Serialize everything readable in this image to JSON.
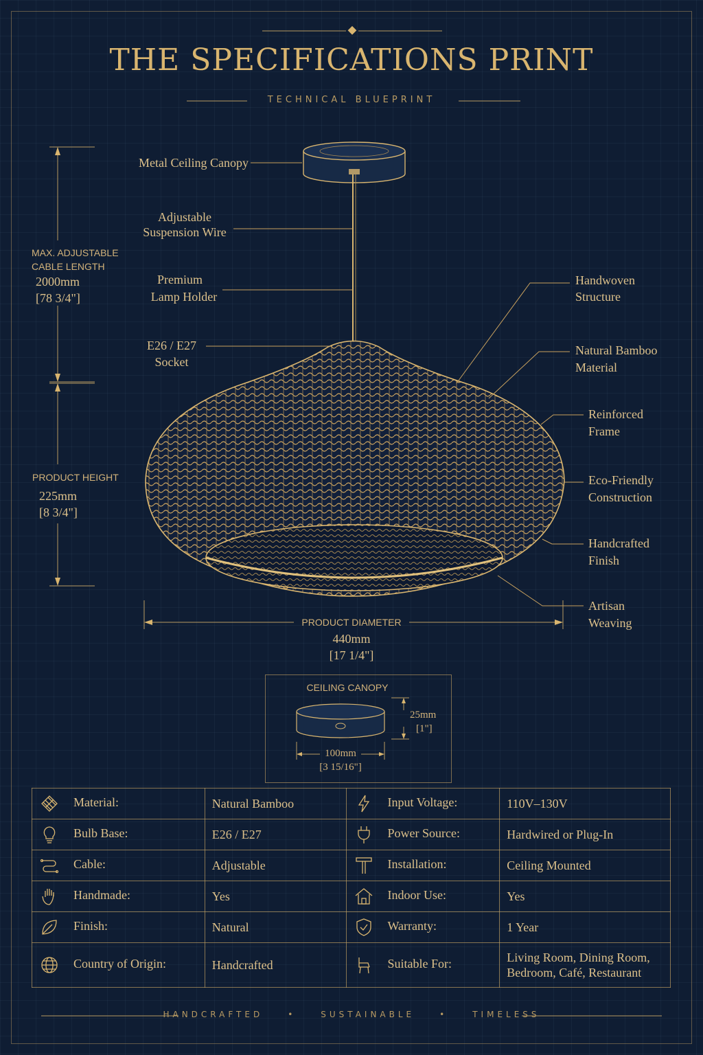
{
  "header": {
    "title": "THE SPECIFICATIONS PRINT",
    "subtitle": "TECHNICAL BLUEPRINT"
  },
  "callouts_left": {
    "canopy": "Metal Ceiling Canopy",
    "wire_1": "Adjustable",
    "wire_2": "Suspension Wire",
    "holder_1": "Premium",
    "holder_2": "Lamp Holder",
    "socket_1": "E26 / E27",
    "socket_2": "Socket"
  },
  "callouts_right": {
    "handwoven_1": "Handwoven",
    "handwoven_2": "Structure",
    "bamboo_1": "Natural Bamboo",
    "bamboo_2": "Material",
    "frame_1": "Reinforced",
    "frame_2": "Frame",
    "eco_1": "Eco-Friendly",
    "eco_2": "Construction",
    "finish_1": "Handcrafted",
    "finish_2": "Finish",
    "artisan_1": "Artisan",
    "artisan_2": "Weaving"
  },
  "dimensions": {
    "cable_label_1": "MAX. ADJUSTABLE",
    "cable_label_2": "CABLE LENGTH",
    "cable_mm": "2000mm",
    "cable_in": "[78 3/4\"]",
    "height_label": "PRODUCT HEIGHT",
    "height_mm": "225mm",
    "height_in": "[8 3/4\"]",
    "diameter_label": "PRODUCT DIAMETER",
    "diameter_mm": "440mm",
    "diameter_in": "[17 1/4\"]"
  },
  "canopy_detail": {
    "title": "CEILING CANOPY",
    "height_mm": "25mm",
    "height_in": "[1\"]",
    "width_mm": "100mm",
    "width_in": "[3 15/16\"]"
  },
  "specs": [
    {
      "icon_l": "weave-icon",
      "label_l": "Material:",
      "value_l": "Natural Bamboo",
      "icon_r": "lightning-icon",
      "label_r": "Input Voltage:",
      "value_r": "110V–130V"
    },
    {
      "icon_l": "bulb-icon",
      "label_l": "Bulb Base:",
      "value_l": "E26 / E27",
      "icon_r": "plug-icon",
      "label_r": "Power Source:",
      "value_r": "Hardwired or Plug-In"
    },
    {
      "icon_l": "cable-icon",
      "label_l": "Cable:",
      "value_l": "Adjustable",
      "icon_r": "mount-icon",
      "label_r": "Installation:",
      "value_r": "Ceiling Mounted"
    },
    {
      "icon_l": "hand-icon",
      "label_l": "Handmade:",
      "value_l": "Yes",
      "icon_r": "house-icon",
      "label_r": "Indoor Use:",
      "value_r": "Yes"
    },
    {
      "icon_l": "leaf-icon",
      "label_l": "Finish:",
      "value_l": "Natural",
      "icon_r": "shield-icon",
      "label_r": "Warranty:",
      "value_r": "1 Year"
    },
    {
      "icon_l": "globe-icon",
      "label_l": "Country of Origin:",
      "value_l": "Handcrafted",
      "icon_r": "chair-icon",
      "label_r": "Suitable For:",
      "value_r": "Living Room, Dining Room,",
      "value_r2": "Bedroom, Café, Restaurant"
    }
  ],
  "footer": {
    "item_1": "HANDCRAFTED",
    "item_2": "SUSTAINABLE",
    "item_3": "TIMELESS",
    "separator": "•"
  },
  "colors": {
    "background": "#0f1d33",
    "gold": "#d9b56f"
  }
}
